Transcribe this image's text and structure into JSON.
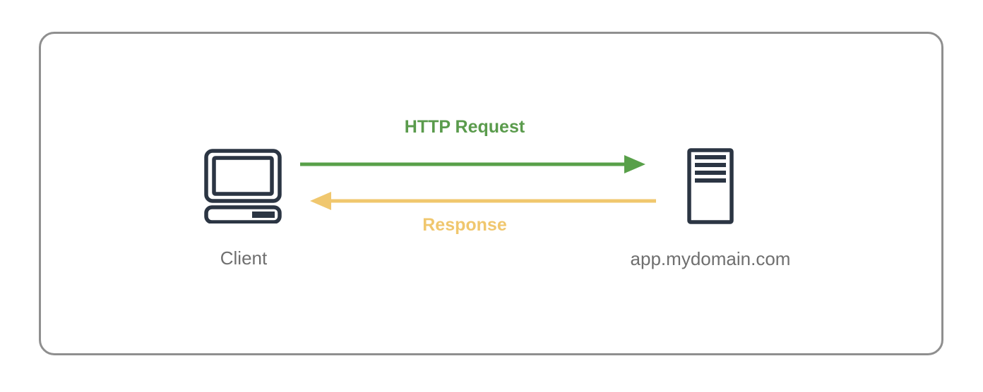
{
  "diagram": {
    "type": "client-server-flow",
    "nodes": [
      {
        "id": "client",
        "label": "Client",
        "icon": "desktop-computer-icon"
      },
      {
        "id": "server",
        "label": "app.mydomain.com",
        "icon": "server-icon"
      }
    ],
    "edges": [
      {
        "from": "client",
        "to": "server",
        "label": "HTTP Request",
        "direction": "right",
        "color": "#58a049"
      },
      {
        "from": "server",
        "to": "client",
        "label": "Response",
        "direction": "left",
        "color": "#f0c76e"
      }
    ]
  },
  "colors": {
    "frame_border": "#8f8f8f",
    "icon_stroke": "#2b3543",
    "node_label_text": "#6f6f6f",
    "request_green": "#58a049",
    "request_label_green": "#5a9b4c",
    "response_yellow": "#f0c76e",
    "background": "#ffffff"
  }
}
